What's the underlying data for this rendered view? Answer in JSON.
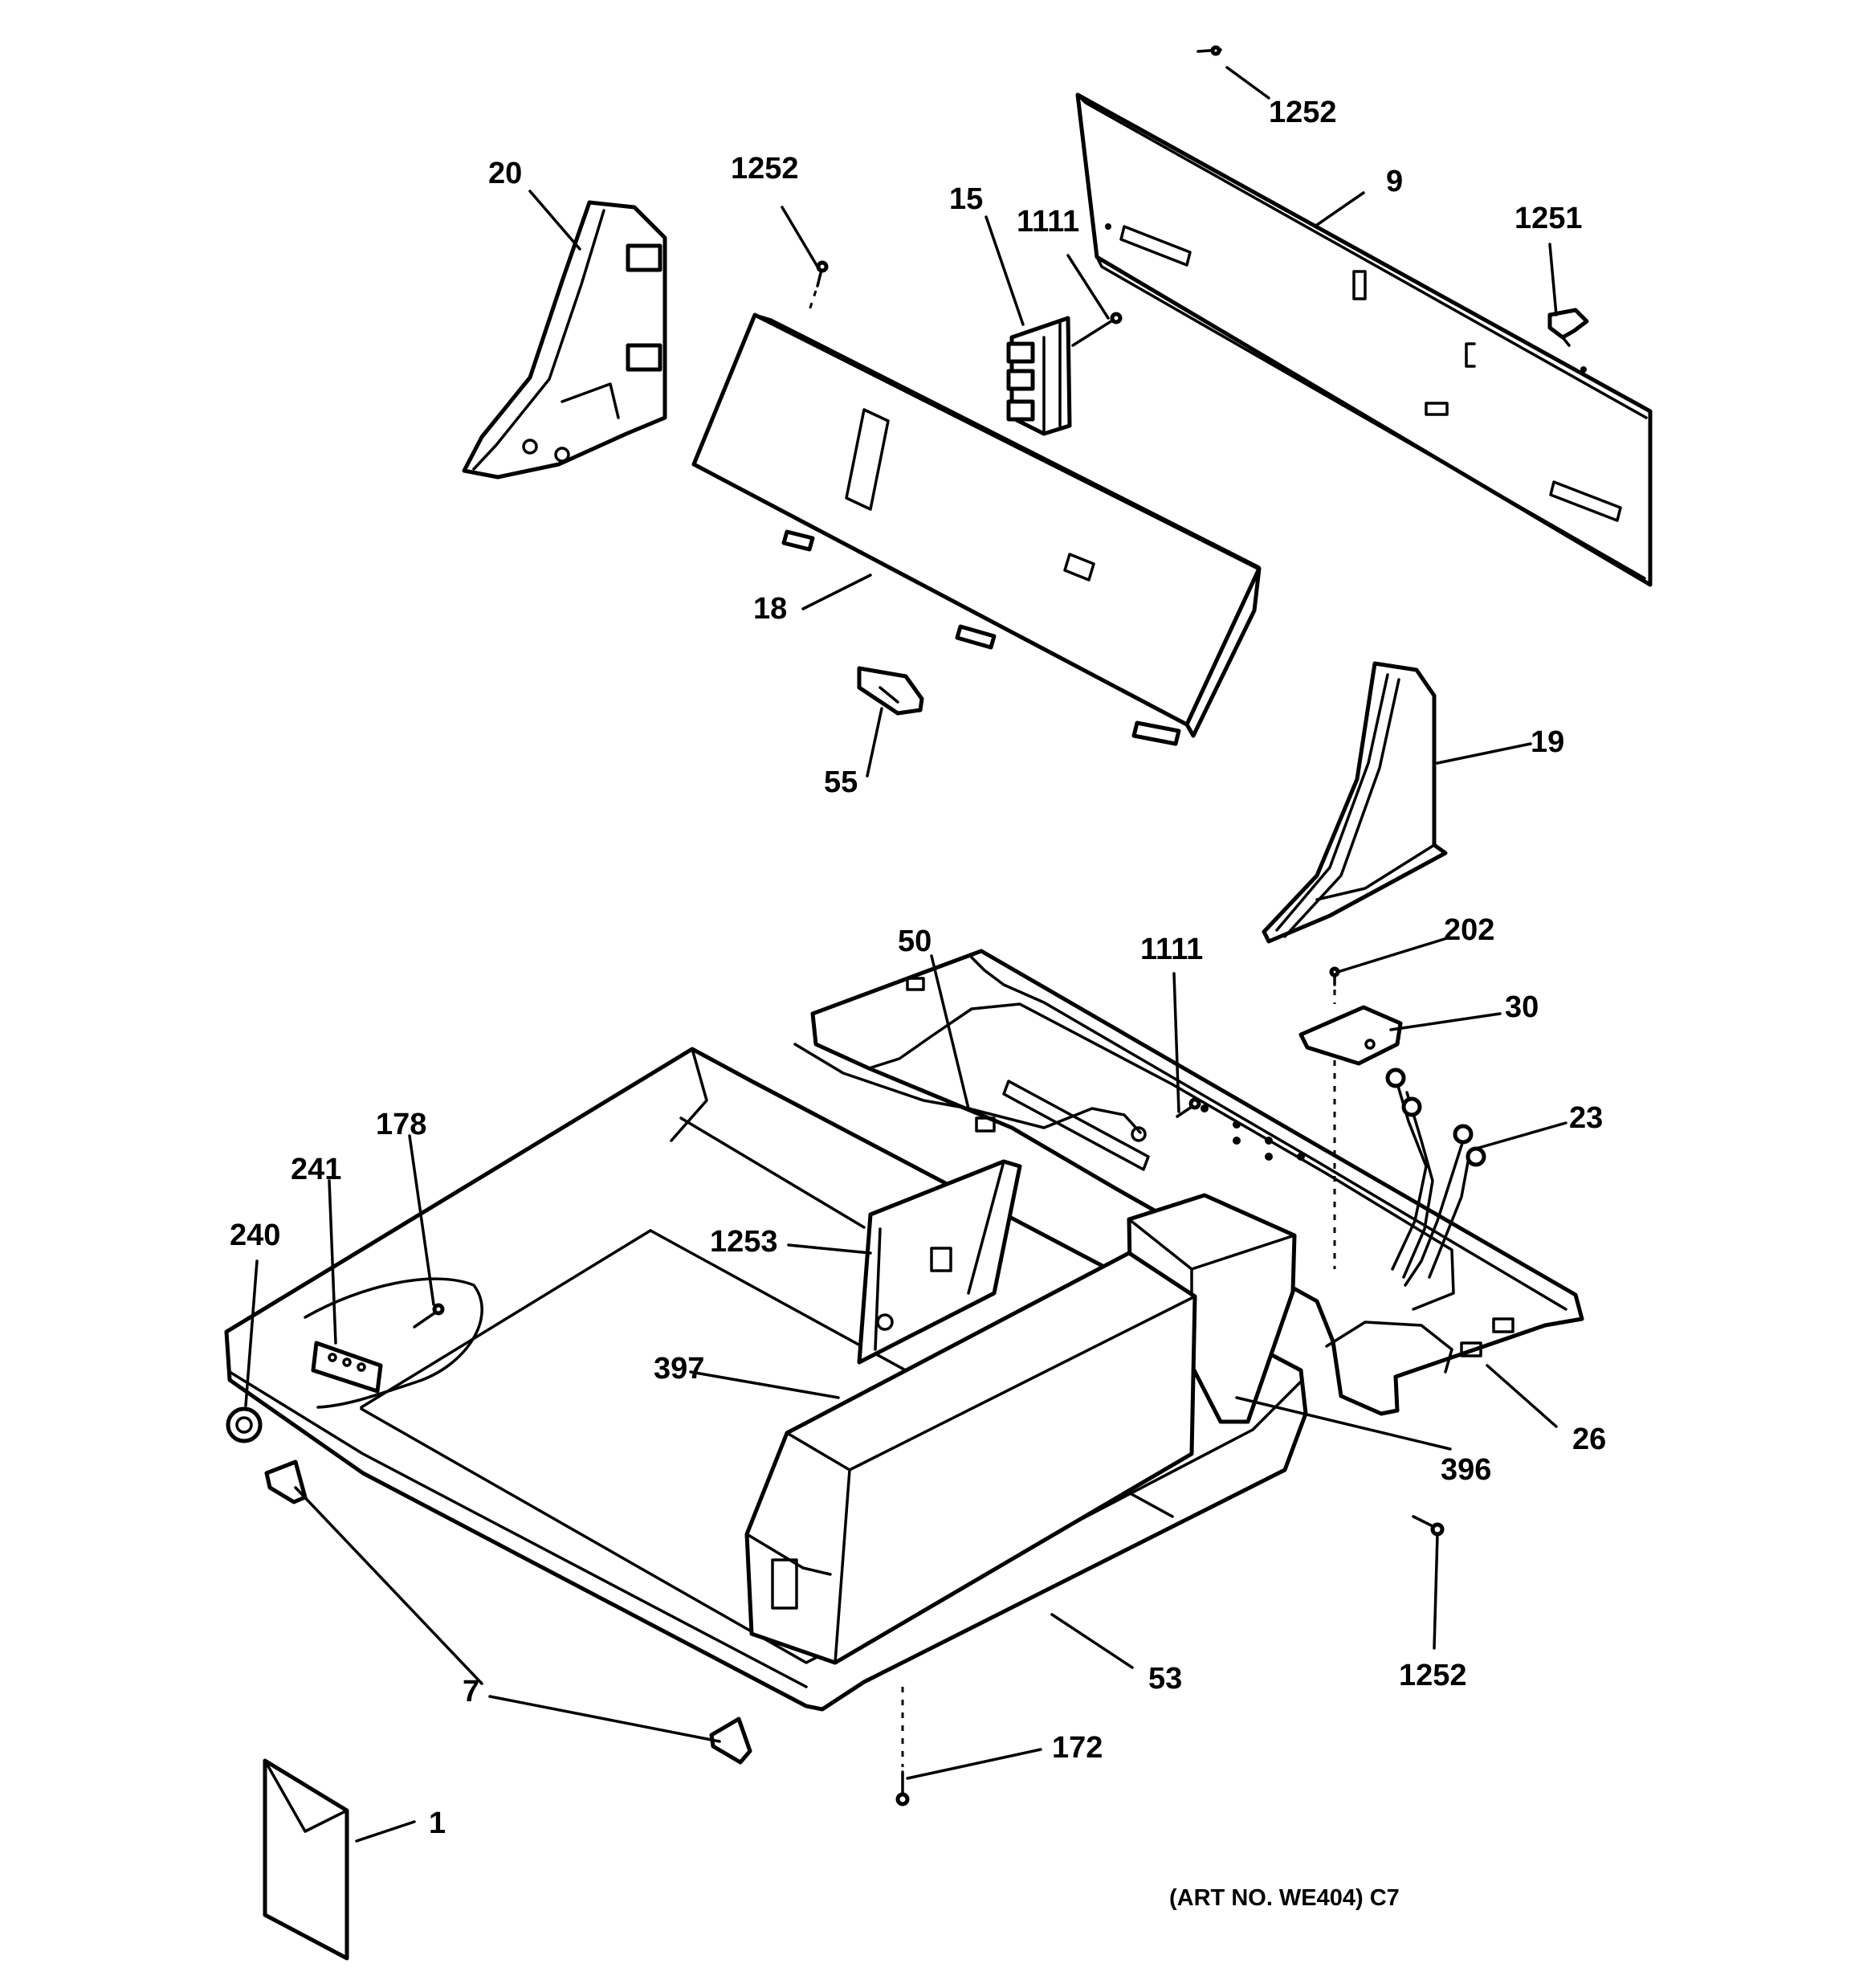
{
  "callouts": {
    "c1252_top": "1252",
    "c9": "9",
    "c1251": "1251",
    "c20": "20",
    "c1252_panel": "1252",
    "c15": "15",
    "c1111_top": "1111",
    "c18": "18",
    "c55": "55",
    "c19": "19",
    "c50": "50",
    "c1111_mid": "1111",
    "c202": "202",
    "c30": "30",
    "c23": "23",
    "c178": "178",
    "c241": "241",
    "c240": "240",
    "c1253": "1253",
    "c397": "397",
    "c396": "396",
    "c26": "26",
    "c1252_bottom": "1252",
    "c53": "53",
    "c7": "7",
    "c172": "172",
    "c1": "1"
  },
  "art_number": "(ART NO. WE404) C7"
}
